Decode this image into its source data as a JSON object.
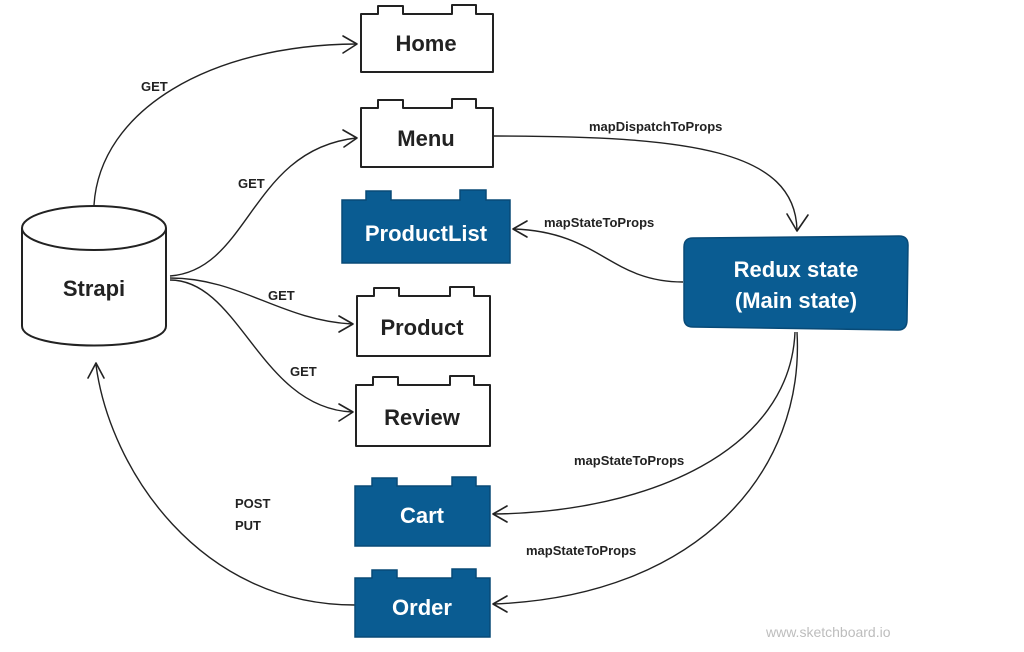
{
  "nodes": {
    "strapi": "Strapi",
    "home": "Home",
    "menu": "Menu",
    "product_list": "ProductList",
    "product": "Product",
    "review": "Review",
    "cart": "Cart",
    "order": "Order",
    "redux_line1": "Redux state",
    "redux_line2": "(Main state)"
  },
  "edges": {
    "get_home": "GET",
    "get_menu": "GET",
    "get_product": "GET",
    "get_review": "GET",
    "menu_to_redux": "mapDispatchToProps",
    "redux_to_productlist": "mapStateToProps",
    "redux_to_cart": "mapStateToProps",
    "redux_to_order": "mapStateToProps",
    "order_post": "POST",
    "order_put": "PUT"
  },
  "watermark": "www.sketchboard.io",
  "colors": {
    "blue_fill": "#0a5c92",
    "stroke": "#222222",
    "white": "#ffffff"
  }
}
